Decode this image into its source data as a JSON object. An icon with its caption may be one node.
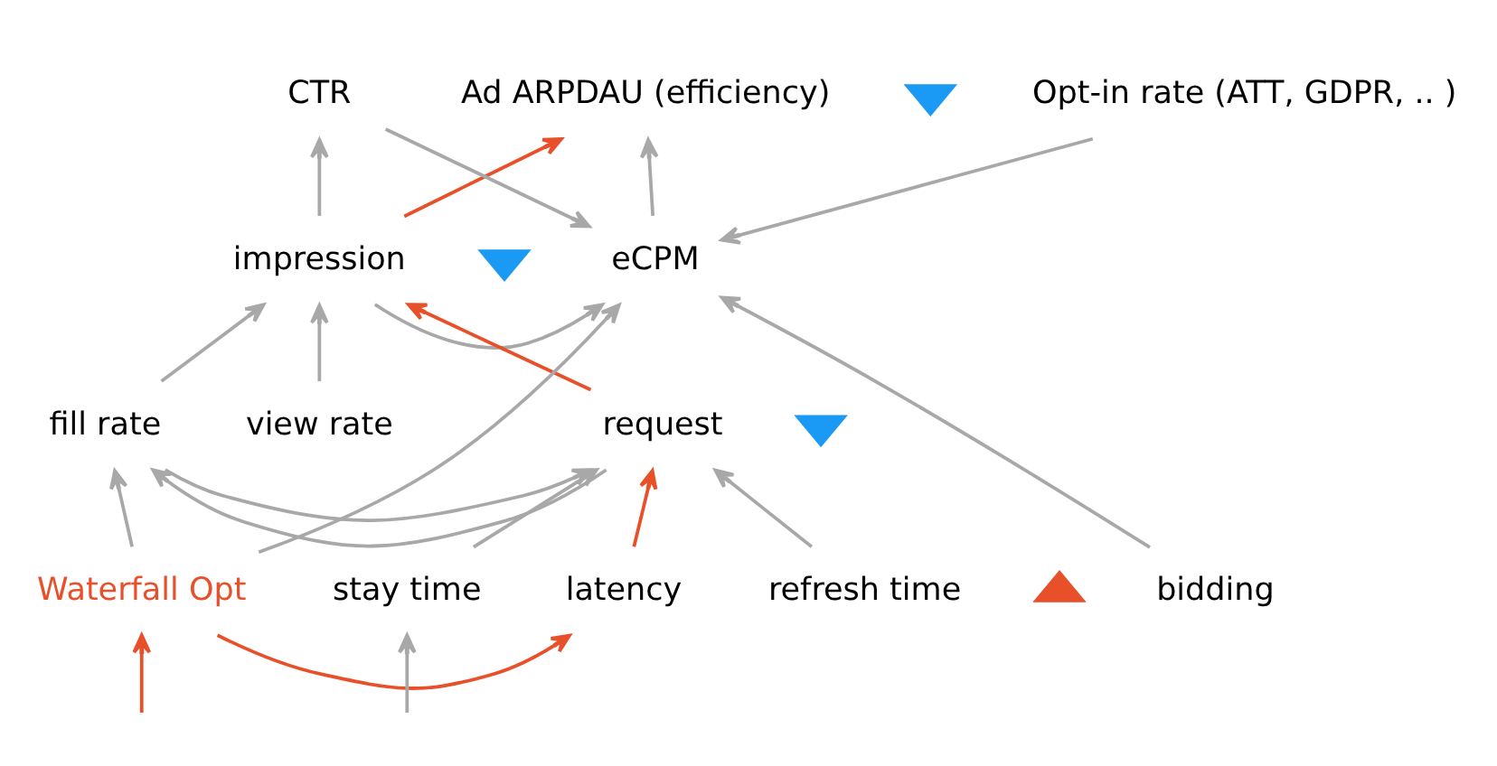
{
  "diagram": {
    "nodes": [
      {
        "text": [
          "Ad ARPDAU (efficiency)"
        ]
      },
      {
        "text": [],
        "shape": "triangle"
      },
      {
        "text": [
          "eCPM"
        ]
      },
      {
        "text": [
          "impression"
        ]
      },
      {
        "text": [],
        "shape": "triangle"
      },
      {
        "text": [
          "fill rate"
        ]
      },
      {
        "text": [
          "request"
        ]
      },
      {
        "text": [],
        "shape": "triangle"
      },
      {
        "text": [
          "view rate"
        ]
      },
      {
        "text": [
          "Opt-in rate (ATT, GDPR, .. )"
        ]
      },
      {
        "text": [
          "CTR"
        ]
      },
      {
        "text": [
          "bidding"
        ]
      },
      {
        "text": [
          "Waterfall Opt"
        ]
      },
      {
        "text": [
          "latency"
        ]
      },
      {
        "text": [],
        "shape": "triangle"
      },
      {
        "text": [
          "stay time"
        ]
      },
      {
        "text": [
          "refresh time"
        ]
      }
    ],
    "edges": [
      {
        "from": 2,
        "to": 0,
        "arrow": "to"
      },
      {
        "from": 3,
        "to": 0,
        "arrow": "to",
        "color": "#e8502a"
      },
      {
        "from": 3,
        "to": 2,
        "arrow": "to"
      },
      {
        "from": 3,
        "to": 10,
        "arrow": "to"
      },
      {
        "from": 9,
        "to": 2,
        "arrow": "to"
      },
      {
        "from": 10,
        "to": 2,
        "arrow": "to"
      },
      {
        "from": 11,
        "to": 2,
        "arrow": "to"
      },
      {
        "from": 12,
        "to": 2,
        "arrow": "to"
      },
      {
        "from": 5,
        "to": 3,
        "arrow": "to"
      },
      {
        "from": 6,
        "to": 3,
        "arrow": "to",
        "color": "#e8502a"
      },
      {
        "from": 8,
        "to": 3,
        "arrow": "to"
      },
      {
        "from": 5,
        "to": 6,
        "arrow": "to"
      },
      {
        "from": 6,
        "to": 5,
        "arrow": "to"
      },
      {
        "from": 12,
        "to": 5,
        "arrow": "to"
      },
      {
        "from": 13,
        "to": 6,
        "arrow": "to",
        "color": "#e8502a"
      },
      {
        "from": 15,
        "to": 6,
        "arrow": "to"
      },
      {
        "from": 16,
        "to": 6,
        "arrow": "to"
      },
      {
        "from": 12,
        "to": 13,
        "arrow": "to",
        "color": "#e8502a"
      },
      {
        "from": null,
        "to": 12,
        "arrow": "to",
        "color": "#e8502a"
      },
      {
        "from": null,
        "to": 15,
        "arrow": "to"
      }
    ]
  }
}
